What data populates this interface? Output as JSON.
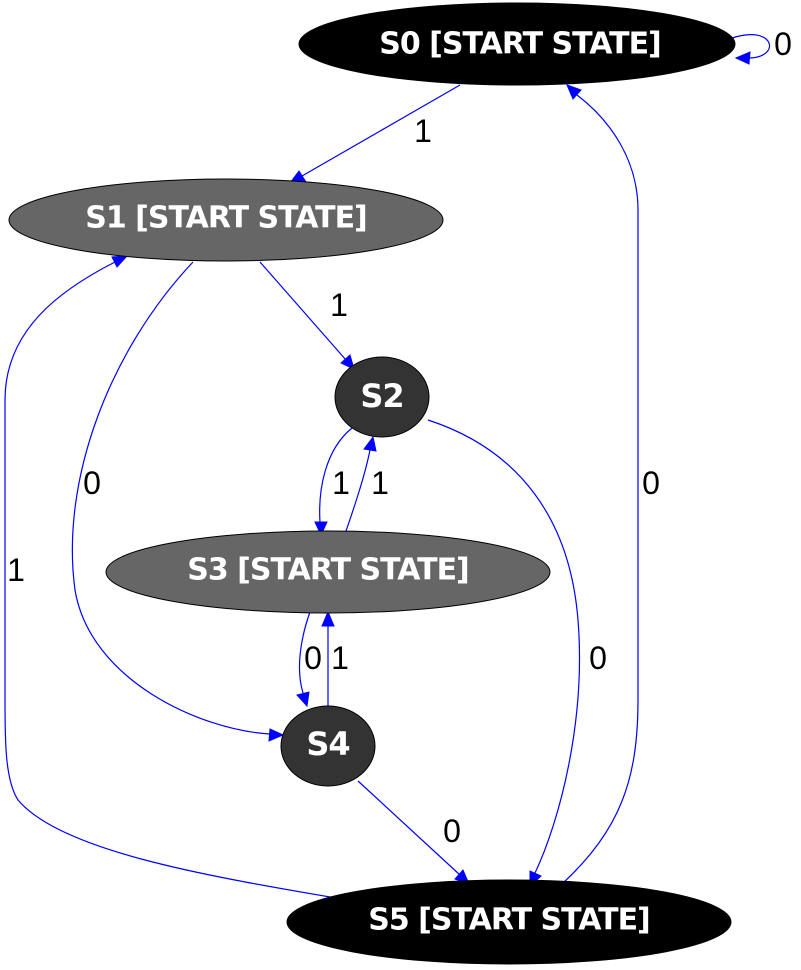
{
  "nodes": {
    "s0": {
      "label": "S0 [START STATE]",
      "fill": "#000000"
    },
    "s1": {
      "label": "S1 [START STATE]",
      "fill": "#666666"
    },
    "s2": {
      "label": "S2",
      "fill": "#333333"
    },
    "s3": {
      "label": "S3 [START STATE]",
      "fill": "#666666"
    },
    "s4": {
      "label": "S4",
      "fill": "#333333"
    },
    "s5": {
      "label": "S5 [START STATE]",
      "fill": "#000000"
    }
  },
  "edges": {
    "s0_s0": "0",
    "s0_s1": "1",
    "s1_s2": "1",
    "s1_s4": "0",
    "s2_s3": "1",
    "s3_s2": "1",
    "s3_s4": "0",
    "s4_s3": "1",
    "s2_s5": "0",
    "s4_s5": "0",
    "s5_s0": "0",
    "s5_s1": "1"
  },
  "colors": {
    "edge": "#0000ff",
    "node_text": "#ffffff",
    "edge_label": "#000000"
  }
}
